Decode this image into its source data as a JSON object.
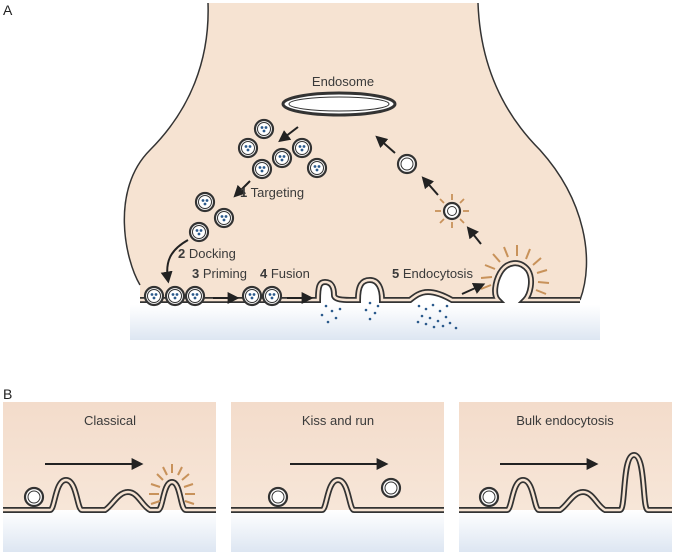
{
  "panel_a": {
    "label": "A",
    "endosome_label": "Endosome",
    "steps": [
      {
        "num": "1",
        "text": "Targeting"
      },
      {
        "num": "2",
        "text": "Docking"
      },
      {
        "num": "3",
        "text": "Priming"
      },
      {
        "num": "4",
        "text": "Fusion"
      },
      {
        "num": "5",
        "text": "Endocytosis"
      }
    ]
  },
  "panel_b": {
    "label": "B",
    "panels": [
      {
        "title": "Classical"
      },
      {
        "title": "Kiss and run"
      },
      {
        "title": "Bulk endocytosis"
      }
    ]
  },
  "colors": {
    "cytoplasm": "#f6e3d2",
    "membrane": "#333333",
    "coat": "#c8925a",
    "transmitter": "#2b5a8c",
    "cleft_gradient": "#dde6f2"
  }
}
